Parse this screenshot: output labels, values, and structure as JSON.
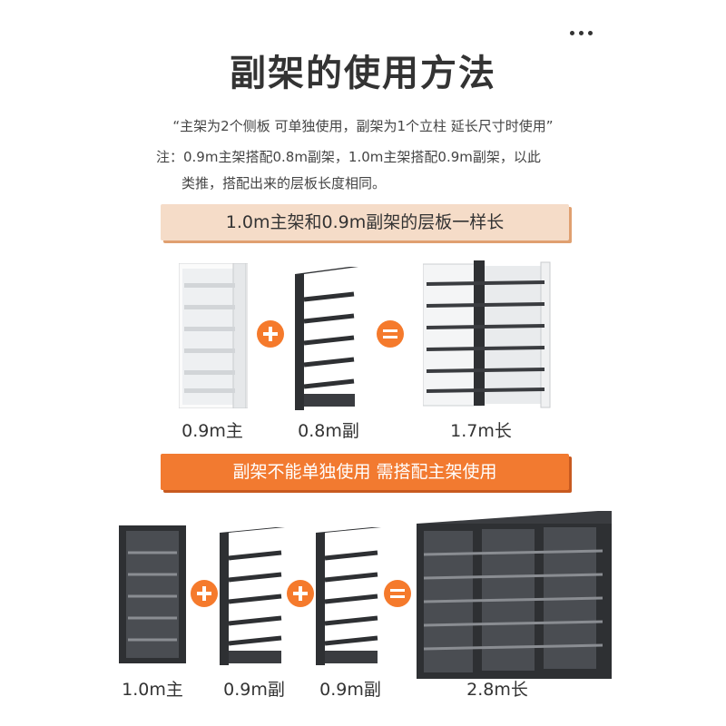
{
  "header": {
    "title": "副架的使用方法",
    "more_icon": "more-dots-icon"
  },
  "intro": {
    "quote": "“主架为2个侧板 可单独使用，副架为1个立柱 延长尺寸时使用”",
    "note_line1": "注：0.9m主架搭配0.8m副架，1.0m主架搭配0.9m副架，以此",
    "note_line2": "类推，搭配出来的层板长度相同。"
  },
  "section1": {
    "banner": "1.0m主架和0.9m副架的层板一样长",
    "items": [
      {
        "label": "0.9m主"
      },
      {
        "label": "0.8m副"
      },
      {
        "label": "1.7m长"
      }
    ]
  },
  "section2": {
    "banner": "副架不能单独使用 需搭配主架使用",
    "items": [
      {
        "label": "1.0m主"
      },
      {
        "label": "0.9m副"
      },
      {
        "label": "0.9m副"
      },
      {
        "label": "2.8m长"
      }
    ]
  },
  "colors": {
    "accent": "#f27a30",
    "banner_light": "#f5dcc8",
    "shelf_dark": "#2e3033",
    "shelf_white": "#f4f5f6"
  }
}
